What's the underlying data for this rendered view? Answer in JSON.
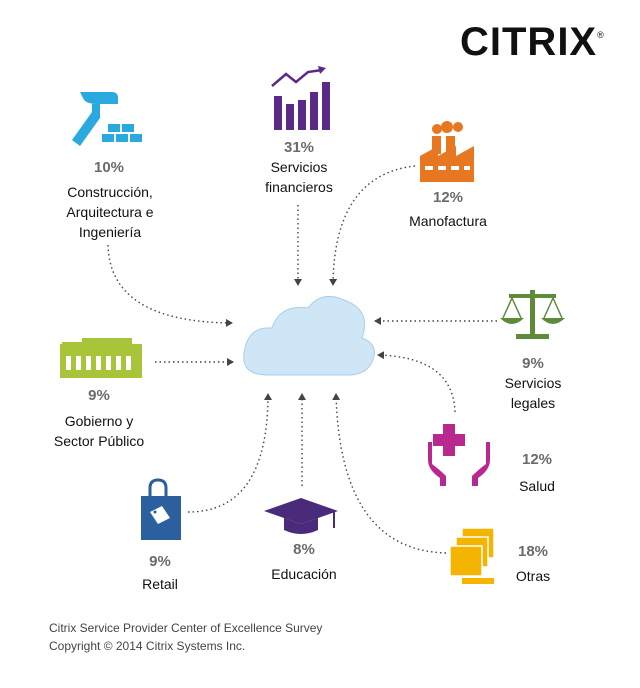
{
  "logo": {
    "text": "CITRIX",
    "mark": "®"
  },
  "center": {
    "icon": "cloud-icon"
  },
  "sectors": {
    "construccion": {
      "pct": "10%",
      "label1": "Construcción,",
      "label2": "Arquitectura e",
      "label3": "Ingeniería",
      "icon": "hammer-bricks-icon",
      "color": "#29a9e0"
    },
    "financieros": {
      "pct": "31%",
      "label1": "Servicios",
      "label2": "financieros",
      "icon": "bar-chart-icon",
      "color": "#5b2a86"
    },
    "manufactura": {
      "pct": "12%",
      "label1": "Manofactura",
      "icon": "factory-icon",
      "color": "#e87722"
    },
    "gobierno": {
      "pct": "9%",
      "label1": "Gobierno y",
      "label2": "Sector Público",
      "icon": "building-icon",
      "color": "#a8c539"
    },
    "legales": {
      "pct": "9%",
      "label1": "Servicios",
      "label2": "legales",
      "icon": "scales-icon",
      "color": "#5f8a3a"
    },
    "salud": {
      "pct": "12%",
      "label1": "Salud",
      "icon": "health-hands-icon",
      "color": "#b8288f"
    },
    "retail": {
      "pct": "9%",
      "label1": "Retail",
      "icon": "shopping-bag-icon",
      "color": "#2b5f9e"
    },
    "educacion": {
      "pct": "8%",
      "label1": "Educación",
      "icon": "graduation-cap-icon",
      "color": "#4a2a7a"
    },
    "otras": {
      "pct": "18%",
      "label1": "Otras",
      "icon": "folders-icon",
      "color": "#f5b400"
    }
  },
  "footer": {
    "line1": "Citrix Service Provider Center of Excellence Survey",
    "line2": "Copyright © 2014 Citrix Systems Inc."
  }
}
